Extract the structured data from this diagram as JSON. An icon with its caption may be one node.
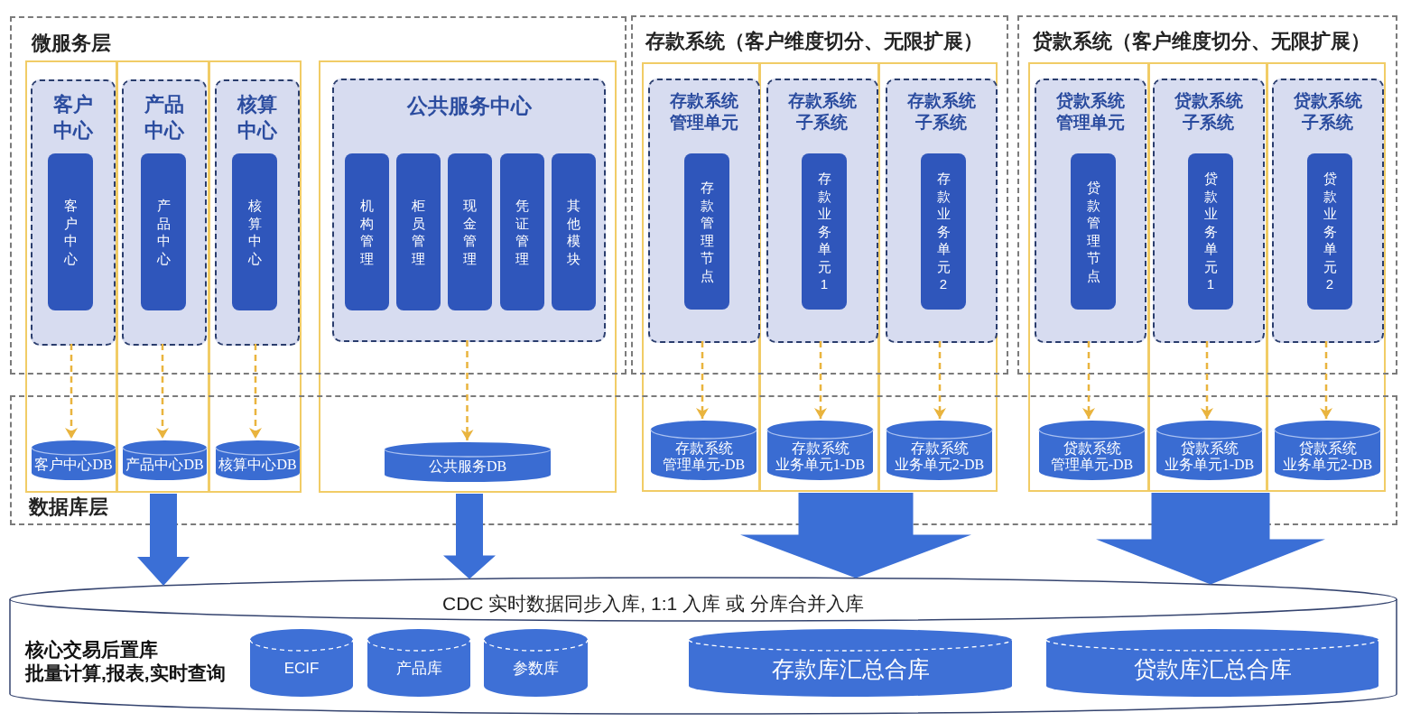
{
  "diagram": {
    "nodes": [
      {
        "text": [
          "微服务层"
        ]
      },
      {
        "text": [
          "存款系统（客户维度切分、无限扩展）"
        ]
      },
      {
        "text": [
          "贷款系统（客户维度切分、无限扩展）"
        ]
      },
      {
        "text": [
          "数据库层"
        ]
      },
      {
        "text": [
          "客户中心"
        ],
        "in": 0
      },
      {
        "text": [
          "客户中心"
        ],
        "in": 4
      },
      {
        "text": [
          "客户中心DB"
        ],
        "in": 3
      },
      {
        "text": [
          "产品中心"
        ],
        "in": 0
      },
      {
        "text": [
          "产品中心"
        ],
        "in": 7
      },
      {
        "text": [
          "产品中心DB"
        ],
        "in": 3
      },
      {
        "text": [
          "核算中心"
        ],
        "in": 0
      },
      {
        "text": [
          "核算中心"
        ],
        "in": 10
      },
      {
        "text": [
          "核算中心DB"
        ],
        "in": 3
      },
      {
        "text": [
          "公共服务中心"
        ],
        "in": 0
      },
      {
        "text": [
          "机构管理"
        ],
        "in": 13
      },
      {
        "text": [
          "柜员管理"
        ],
        "in": 13
      },
      {
        "text": [
          "现金管理"
        ],
        "in": 13
      },
      {
        "text": [
          "凭证管理"
        ],
        "in": 13
      },
      {
        "text": [
          "其他模块"
        ],
        "in": 13
      },
      {
        "text": [
          "公共服务DB"
        ],
        "in": 3
      },
      {
        "text": [
          "存款系统管理单元"
        ],
        "in": 1
      },
      {
        "text": [
          "存款管理节点"
        ],
        "in": 20
      },
      {
        "text": [
          "存款系统管理单元-DB"
        ],
        "in": 3
      },
      {
        "text": [
          "存款系统子系统"
        ],
        "in": 1
      },
      {
        "text": [
          "存款业务单元1"
        ],
        "in": 23
      },
      {
        "text": [
          "存款系统业务单元1-DB"
        ],
        "in": 3
      },
      {
        "text": [
          "存款系统子系统"
        ],
        "in": 1
      },
      {
        "text": [
          "存款业务单元2"
        ],
        "in": 26
      },
      {
        "text": [
          "存款系统业务单元2-DB"
        ],
        "in": 3
      },
      {
        "text": [
          "贷款系统管理单元"
        ],
        "in": 2
      },
      {
        "text": [
          "贷款管理节点"
        ],
        "in": 29
      },
      {
        "text": [
          "贷款系统管理单元-DB"
        ],
        "in": 3
      },
      {
        "text": [
          "贷款系统子系统"
        ],
        "in": 2
      },
      {
        "text": [
          "贷款业务单元1"
        ],
        "in": 32
      },
      {
        "text": [
          "贷款系统业务单元1-DB"
        ],
        "in": 3
      },
      {
        "text": [
          "贷款系统子系统"
        ],
        "in": 2
      },
      {
        "text": [
          "贷款业务单元2"
        ],
        "in": 35
      },
      {
        "text": [
          "贷款系统业务单元2-DB"
        ],
        "in": 3
      },
      {
        "text": [
          "CDC 实时数据同步入库, 1:1 入库 或 分库合并入库",
          "核心交易后置库",
          "批量计算,报表,实时查询"
        ]
      },
      {
        "text": [
          "ECIF"
        ],
        "in": 38
      },
      {
        "text": [
          "产品库"
        ],
        "in": 38
      },
      {
        "text": [
          "参数库"
        ],
        "in": 38
      },
      {
        "text": [
          "存款库汇总合库"
        ],
        "in": 38
      },
      {
        "text": [
          "贷款库汇总合库"
        ],
        "in": 38
      }
    ],
    "edges": [
      {
        "from": 4,
        "to": 6,
        "arrow": "to",
        "style": "dashed"
      },
      {
        "from": 7,
        "to": 9,
        "arrow": "to",
        "style": "dashed"
      },
      {
        "from": 10,
        "to": 12,
        "arrow": "to",
        "style": "dashed"
      },
      {
        "from": 13,
        "to": 19,
        "arrow": "to",
        "style": "dashed"
      },
      {
        "from": 20,
        "to": 22,
        "arrow": "to",
        "style": "dashed"
      },
      {
        "from": 23,
        "to": 25,
        "arrow": "to",
        "style": "dashed"
      },
      {
        "from": 26,
        "to": 28,
        "arrow": "to",
        "style": "dashed"
      },
      {
        "from": 29,
        "to": 31,
        "arrow": "to",
        "style": "dashed"
      },
      {
        "from": 32,
        "to": 34,
        "arrow": "to",
        "style": "dashed"
      },
      {
        "from": 35,
        "to": 37,
        "arrow": "to",
        "style": "dashed"
      },
      {
        "from": null,
        "to": 38,
        "arrow": "to",
        "style": "thick",
        "color": "#3b6fd6"
      },
      {
        "from": null,
        "to": 38,
        "arrow": "to",
        "style": "thick",
        "color": "#3b6fd6"
      },
      {
        "from": null,
        "to": 38,
        "arrow": "to",
        "style": "thick",
        "color": "#3b6fd6"
      },
      {
        "from": null,
        "to": 38,
        "arrow": "to",
        "style": "thick",
        "color": "#3b6fd6"
      }
    ]
  }
}
